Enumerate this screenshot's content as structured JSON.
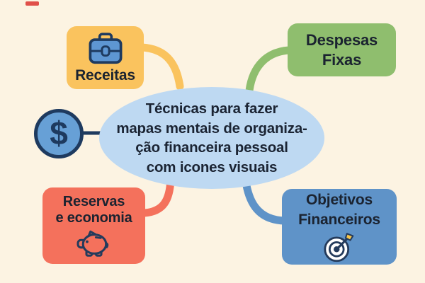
{
  "palette": {
    "background": "#FCF3E2",
    "navy_outline": "#1E3A5F",
    "text_dark": "#1B2433",
    "center_ellipse_fill": "#BED9F2",
    "receitas_yellow": "#FAC35E",
    "despesas_green": "#8FBE6E",
    "reservas_salmon": "#F4715C",
    "objetivos_blue": "#5F93C8",
    "icon_fill_blue": "#5E96D2",
    "dollar_circle_fill": "#67A0D6",
    "dart_feather_yellow": "#F7C64B",
    "red_mark": "#E0504A"
  },
  "center": {
    "lines": [
      "Técnicas para fazer",
      "mapas mentais de organiza-",
      "ção financeira pessoal",
      "com icones visuais"
    ]
  },
  "money_symbol": {
    "glyph": "$",
    "icon": "dollar-circle-icon"
  },
  "nodes": {
    "receitas": {
      "label": "Receitas",
      "icon": "briefcase-icon"
    },
    "despesas": {
      "lines": [
        "Despesas",
        "Fixas"
      ]
    },
    "reservas": {
      "lines": [
        "Reservas",
        "e economia"
      ],
      "icon": "piggy-bank-icon"
    },
    "objetivos": {
      "lines": [
        "Objetivos",
        "Financeiros"
      ],
      "icon": "target-icon"
    }
  }
}
